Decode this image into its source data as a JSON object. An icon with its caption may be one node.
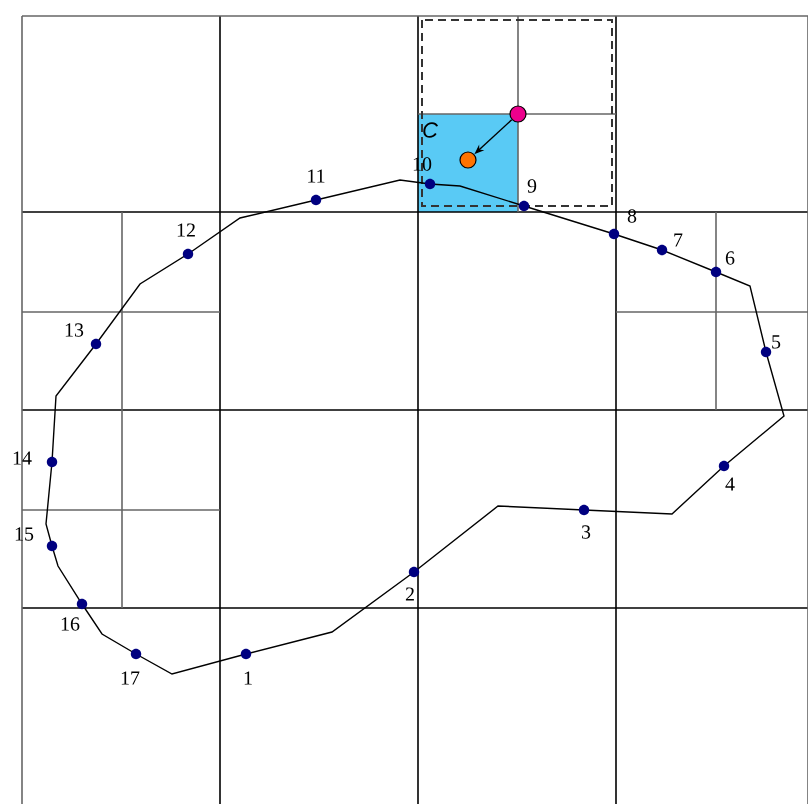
{
  "diagram": {
    "nodes": [
      {
        "text": [],
        "shape": "circle"
      },
      {
        "text": [],
        "shape": "circle"
      }
    ],
    "edges": [
      {
        "from": 0,
        "to": 1,
        "arrow": "to"
      }
    ],
    "labels": [
      "C",
      "1",
      "2",
      "3",
      "4",
      "5",
      "6",
      "7",
      "8",
      "9",
      "10",
      "11",
      "12",
      "13",
      "14",
      "15",
      "16",
      "17"
    ]
  }
}
